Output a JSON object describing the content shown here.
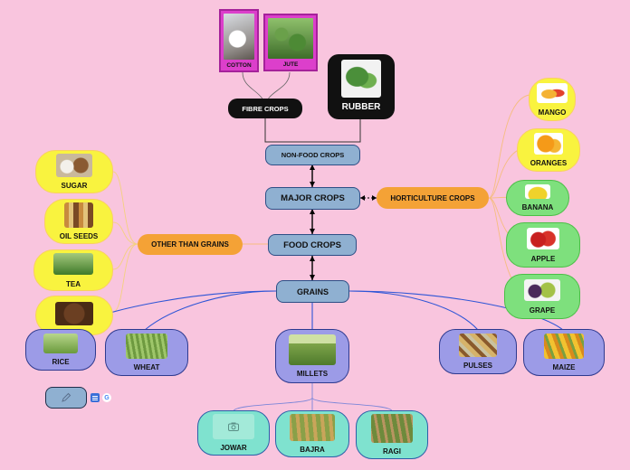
{
  "nodes": {
    "cotton": "COTTON",
    "jute": "JUTE",
    "fibre_crops": "FIBRE CROPS",
    "rubber": "RUBBER",
    "non_food_crops": "NON-FOOD CROPS",
    "major_crops": "MAJOR CROPS",
    "horticulture_crops": "HORTICULTURE CROPS",
    "food_crops": "FOOD CROPS",
    "other_than_grains": "OTHER THAN GRAINS",
    "grains": "GRAINS",
    "mango": "MANGO",
    "oranges": "ORANGES",
    "banana": "BANANA",
    "apple": "APPLE",
    "grape": "GRAPE",
    "sugar": "SUGAR",
    "oil_seeds": "OIL SEEDS",
    "tea": "TEA",
    "rice": "RICE",
    "wheat": "WHEAT",
    "millets": "MILLETS",
    "pulses": "PULSES",
    "maize": "MAIZE",
    "jowar": "JOWAR",
    "bajra": "BAJRA",
    "ragi": "RAGI"
  },
  "icons": {
    "jowar_placeholder": "camera-icon",
    "toolbar_edit": "pencil-icon",
    "toolbar_menu": "list-icon",
    "toolbar_google": "google-icon"
  },
  "colors": {
    "background": "#f9c5de",
    "blue_node": "#8fb0d1",
    "orange_node": "#f4a236",
    "yellow_node": "#f9f33f",
    "green_node": "#7ee07d",
    "lavender_node": "#9c9be7",
    "cyan_node": "#7fe2cf",
    "fibre_card": "#dc3fcb"
  }
}
